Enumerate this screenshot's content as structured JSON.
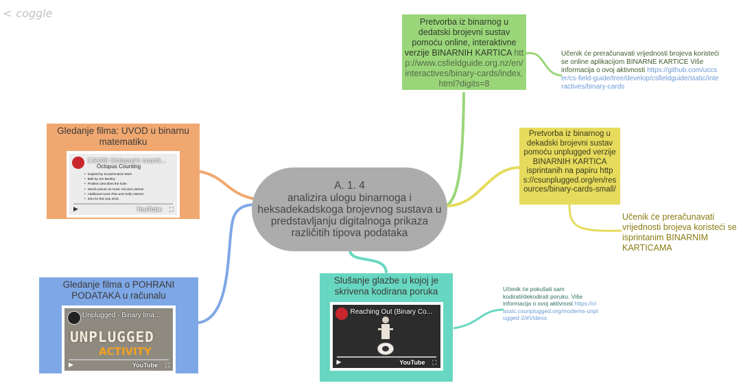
{
  "app": {
    "brand": "coggle",
    "back_icon": "chevron-left-icon"
  },
  "colors": {
    "center": "#acacac",
    "orange": "#f0a870",
    "blue": "#7ea7e6",
    "teal": "#68d7c1",
    "green": "#9ad679",
    "yellow": "#e6db5c"
  },
  "center": {
    "code": "A. 1. 4",
    "text": "analizira ulogu binarnoga i heksadekadskoga brojevnog sustava u predstavljanju digitalnoga prikaza različitih tipova podataka"
  },
  "nodes": {
    "orange": {
      "title": "Gledanje filma: UVOD u binarnu matematiku",
      "video": {
        "title": "CS105 Octopus's counti...",
        "slide_heading": "Octopus Counting",
        "bullets": [
          "Inspired by Scratchmatics Work",
          "Built by Jon Bentley",
          "Problem describes the hubs",
          "Words picture as music Vid and Listener",
          "Additional music Plan and Holly Listener",
          "Intro for this Sep 2015"
        ],
        "platform": "YouTube"
      }
    },
    "blue": {
      "title": "Gledanje filma o POHRANI PODATAKA u računalu",
      "video": {
        "title": "Unplugged - Binary Ima...",
        "line1": "UNPLUGGED",
        "line2": "ACTIVITY",
        "platform": "YouTube"
      }
    },
    "teal": {
      "title": "Slušanje glazbe u kojoj je skrivena kodirana poruka",
      "video": {
        "title": "Reaching Out (Binary Co...",
        "platform": "YouTube"
      }
    },
    "green": {
      "text": "Pretvorba iz binarnog u dedatski brojevni sustav pomoću online, interaktivne verzije BINARNIH KARTICA",
      "link": "http://www.csfieldguide.org.nz/en/interactives/binary-cards/index.html?digits=8"
    },
    "yellow": {
      "text": "Pretvorba iz binarnog u dekadski brojevni sustav pomoću unplugged verzije BINARNIH KARTICA isprintanih na papiru",
      "link": "https://csunplugged.org/en/resources/binary-cards-small/"
    }
  },
  "notes": {
    "green": {
      "text": "Učenik će preračunavati vrijednosti brojeva koristeći se online aplikacijom BINARNE KARTICE Više informacija o ovoj aktivnosti",
      "link": "https://github.com/uccser/cs-field-guide/tree/develop/csfieldguide/static/interactives/binary-cards"
    },
    "teal": {
      "text": "Učenik će pokušati sam kodirati/dekodirati poruku. Više informacija o ovoj aktivnost",
      "link": "https://classic.csunplugged.org/modems-unplugged-2/#Videos"
    },
    "yellow": {
      "text": "Učenik će preračunavati vrijednosti brojeva koristeći se isprintanim BINARNIM KARTICAMA"
    }
  }
}
